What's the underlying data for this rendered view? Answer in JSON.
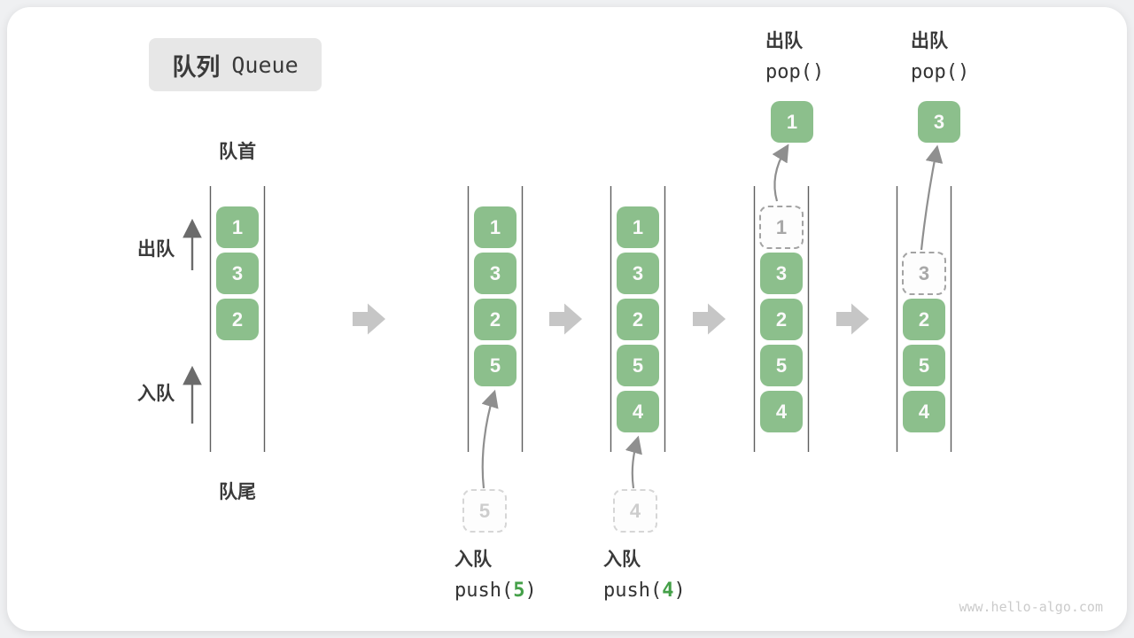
{
  "title": {
    "zh": "队列",
    "en": "Queue"
  },
  "front_label": "队首",
  "rear_label": "队尾",
  "dequeue_label": "出队",
  "enqueue_label": "入队",
  "states": [
    {
      "name": "initial",
      "boxes": [
        "1",
        "3",
        "2"
      ]
    },
    {
      "name": "after-push-5",
      "boxes": [
        "1",
        "3",
        "2",
        "5"
      ],
      "push": {
        "ghost": "5",
        "label": "入队",
        "fn": "push(",
        "arg": "5",
        "close": ")"
      }
    },
    {
      "name": "after-push-4",
      "boxes": [
        "1",
        "3",
        "2",
        "5",
        "4"
      ],
      "push": {
        "ghost": "4",
        "label": "入队",
        "fn": "push(",
        "arg": "4",
        "close": ")"
      }
    },
    {
      "name": "pop-1",
      "ghost": "1",
      "boxes": [
        "3",
        "2",
        "5",
        "4"
      ],
      "pop": {
        "label": "出队",
        "code": "pop()",
        "value": "1"
      }
    },
    {
      "name": "pop-3",
      "ghost": "3",
      "boxes": [
        "2",
        "5",
        "4"
      ],
      "pop": {
        "label": "出队",
        "code": "pop()",
        "value": "3"
      }
    }
  ],
  "watermark": "www.hello-algo.com",
  "colors": {
    "green": "#8CBF8C",
    "code_green": "#44A048",
    "block_arrow_gray": "#C6C6C6",
    "thin_arrow_gray": "#8F8F8F",
    "column_line_gray": "#5E5E5E",
    "title_bg": "#E7E7E7"
  }
}
